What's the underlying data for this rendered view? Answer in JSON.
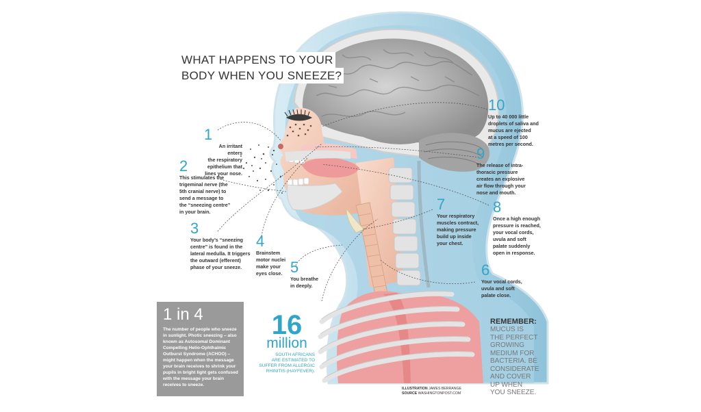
{
  "title": {
    "line1": "WHAT HAPPENS TO YOUR",
    "line2": "BODY WHEN YOU SNEEZE?"
  },
  "steps": [
    {
      "num": "1",
      "text": "An irritant enters\nthe respiratory\nepithelium that\nlines your nose."
    },
    {
      "num": "2",
      "text": "This stimulates the\ntrigeminal nerve (the\n5th cranial nerve) to\nsend a message to\nthe “sneezing centre”\nin your brain."
    },
    {
      "num": "3",
      "text": "Your body’s “sneezing\ncentre” is found in the\nlateral medulla. It triggers\nthe outward (efferent)\nphase of your sneeze."
    },
    {
      "num": "4",
      "text": "Brainstem\nmotor nuclei\nmake your\neyes close."
    },
    {
      "num": "5",
      "text": "You breathe\nin deeply."
    },
    {
      "num": "6",
      "text": "Your vocal cords,\nuvula and soft\npalate close."
    },
    {
      "num": "7",
      "text": "Your respiratory\nmuscles contract,\nmaking pressure\nbuild up inside\nyour chest."
    },
    {
      "num": "8",
      "text": "Once a high enough\npressure is reached,\nyour vocal cords,\nuvula and soft\npalate suddenly\nopen in response."
    },
    {
      "num": "9",
      "text": "The release of intra-\nthoracic pressure\ncreates an explosive\nair flow through your\nnose and mouth."
    },
    {
      "num": "10",
      "text": "Up to 40 000 little\ndroplets of saliva and\nmucus are ejected\nat a speed of 100\nmetres per second."
    }
  ],
  "stat_box": {
    "big": "1 in 4",
    "body": "The number of people who sneeze\nin sunlight. Photic sneezing – also\nknown as Autosomal Dominant\nCompelling Helio-Ophthalmic\nOutburst Syndrome (ACHOO) –\nmight happen when the message\nyour brain receives to shrink your\npupils in bright light gets confused\nwith the message your brain\nreceives to sneeze."
  },
  "million": {
    "number": "16",
    "unit": "million",
    "caption": "SOUTH AFRICANS\nARE ESTIMATED TO\nSUFFER FROM ALLERGIC\nRHINITIS (HAYFEVER)."
  },
  "credits": {
    "illustration_label": "ILLUSTRATION",
    "illustration_value": "JAMES BERRANGE",
    "source_label": "SOURCE",
    "source_value": "WASHINGTONPOST.COM"
  },
  "remember": {
    "heading": "REMEMBER:",
    "body": "MUCUS IS\nTHE PERFECT\nGROWING\nMEDIUM FOR\nBACTERIA. BE\nCONSIDERATE\nAND COVER\nUP WHEN\nYOU SNEEZE."
  },
  "colors": {
    "accent": "#2fa6c9",
    "head_outline": "#bcd9e6",
    "brain": "#a9a9a9",
    "flesh": "#f2c7b4",
    "lung": "#ec9a9a",
    "bone": "#e4e4e4",
    "stat_box": "#9a9a9a"
  }
}
